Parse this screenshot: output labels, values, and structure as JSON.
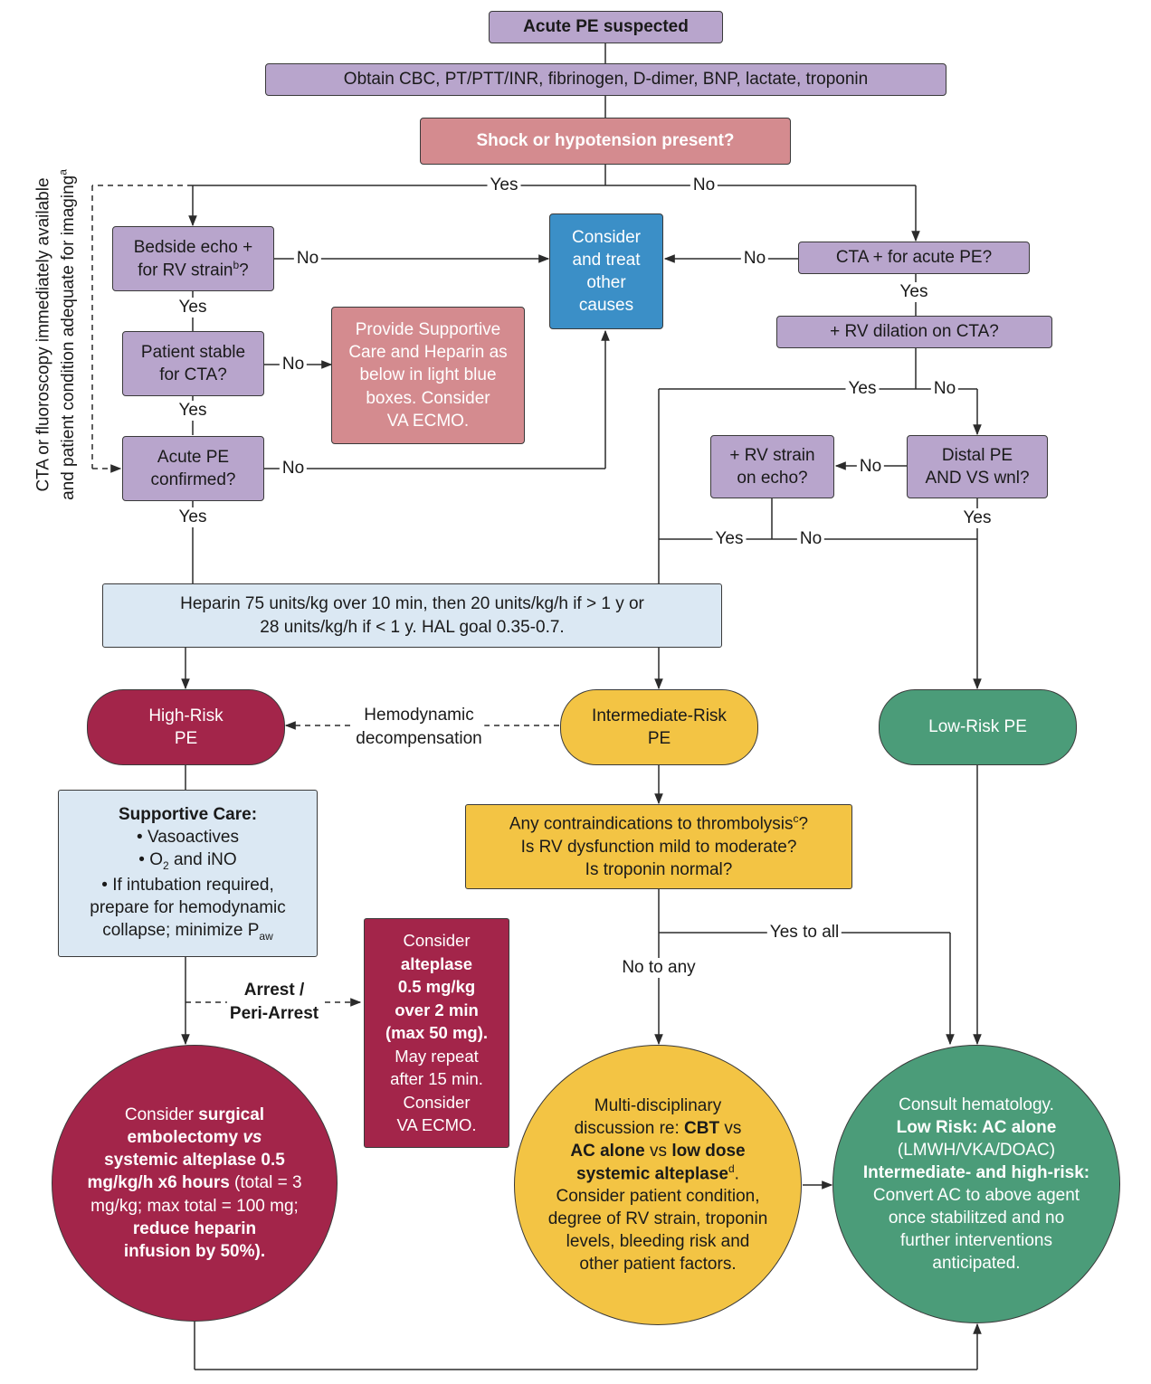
{
  "nodes": {
    "acute_pe_suspected": "Acute PE suspected",
    "obtain_labs": "Obtain CBC, PT/PTT/INR, fibrinogen, D-dimer, BNP, lactate, troponin",
    "shock_question": "Shock or hypotension present?",
    "bedside_echo": {
      "line1": "Bedside echo +",
      "line2a": "for RV strain",
      "sup": "b",
      "line2b": "?"
    },
    "consider_treat": [
      "Consider",
      "and treat",
      "other",
      "causes"
    ],
    "cta_positive": "CTA + for acute PE?",
    "patient_stable": [
      "Patient stable",
      "for CTA?"
    ],
    "supportive_heparin": [
      "Provide Supportive",
      "Care and Heparin as",
      "below in light blue",
      "boxes. Consider",
      "VA ECMO."
    ],
    "rv_dilation": "+ RV dilation on CTA?",
    "acute_confirmed": [
      "Acute PE",
      "confirmed?"
    ],
    "rv_strain_echo": [
      "+ RV strain",
      "on echo?"
    ],
    "distal_pe": [
      "Distal PE",
      "AND VS wnl?"
    ],
    "heparin_dosing": [
      "Heparin 75 units/kg over 10 min, then 20 units/kg/h if > 1 y or",
      "28 units/kg/h if < 1 y. HAL goal 0.35-0.7."
    ],
    "high_risk": [
      "High-Risk",
      "PE"
    ],
    "intermediate_risk": [
      "Intermediate-Risk",
      "PE"
    ],
    "low_risk": "Low-Risk PE",
    "supportive_care": {
      "title": "Supportive Care:",
      "b1": "• Vasoactives",
      "b2a": "• O",
      "b2sub": "2",
      "b2b": " and iNO",
      "b3": "• If intubation required,",
      "b4": "prepare for hemodynamic",
      "b5a": "collapse; minimize P",
      "b5sub": "aw"
    },
    "contraindications": {
      "l1a": "Any contraindications to thrombolysis",
      "l1sup": "c",
      "l1b": "?",
      "l2": "Is RV dysfunction mild to moderate?",
      "l3": "Is troponin normal?"
    },
    "alteplase_small": {
      "l1": "Consider",
      "l2": "alteplase",
      "l3": "0.5 mg/kg",
      "l4": "over 2 min",
      "l5": "(max 50 mg).",
      "l6": "May repeat",
      "l7": "after 15 min.",
      "l8": "Consider",
      "l9": "VA ECMO."
    },
    "surgical": {
      "p1": "Consider ",
      "p2": "surgical",
      "p3": "embolectomy ",
      "p4": "vs",
      "p5": "systemic alteplase 0.5",
      "p6": "mg/kg/h x6 hours",
      "p7": " (total = 3",
      "p8": "mg/kg; max total = 100 mg;",
      "p9": "reduce heparin",
      "p10": "infusion by 50%)."
    },
    "multidisciplinary": {
      "p1": "Multi-disciplinary",
      "p2": "discussion re: ",
      "p3": "CBT",
      "p4": " vs",
      "p5": "AC alone",
      "p6": " vs ",
      "p7": "low dose",
      "p8": "systemic alteplase",
      "p9sup": "d",
      "p10": ".",
      "p11": "Consider patient condition,",
      "p12": "degree of RV strain, troponin",
      "p13": "levels, bleeding risk and",
      "p14": "other patient factors."
    },
    "consult": {
      "p1": "Consult hematology.",
      "p2": "Low Risk: AC alone",
      "p3": "(LMWH/VKA/DOAC)",
      "p4": "Intermediate- and high-risk:",
      "p5": "Convert AC to above agent",
      "p6": "once stabilitzed and no",
      "p7": "further interventions",
      "p8": "anticipated."
    }
  },
  "labels": {
    "yes": "Yes",
    "no": "No",
    "yes_to_all": "Yes to all",
    "no_to_any": "No to any",
    "hemodynamic": [
      "Hemodynamic",
      "decompensation"
    ],
    "arrest": [
      "Arrest /",
      "Peri-Arrest"
    ],
    "side_note": {
      "l1": "CTA or fluoroscopy immediately available",
      "l2a": "and patient condition adequate for imaging",
      "l2sup": "a"
    }
  }
}
